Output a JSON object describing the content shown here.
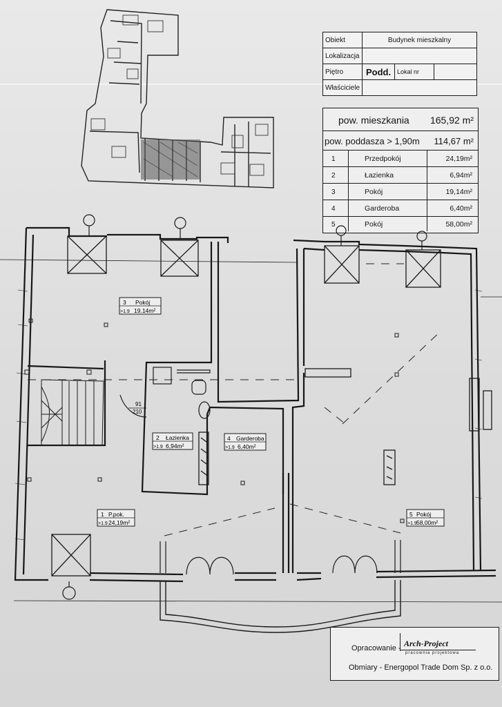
{
  "header_table": {
    "rows": [
      {
        "label": "Obiekt",
        "value": "Budynek mieszkalny"
      },
      {
        "label": "Lokalizacja",
        "value": ""
      },
      {
        "label": "Piętro",
        "value": "Podd.",
        "extra_label": "Lokal nr",
        "extra_value": ""
      },
      {
        "label": "Właściciele",
        "value": ""
      }
    ]
  },
  "area_summary": {
    "apartment_label": "pow. mieszkania",
    "apartment_value": "165,92 m²",
    "attic_label": "pow. poddasza > 1,90m",
    "attic_value": "114,67 m²",
    "rooms": [
      {
        "no": "1",
        "name": "Przedpokój",
        "area": "24,19m²"
      },
      {
        "no": "2",
        "name": "Łazienka",
        "area": "6,94m²"
      },
      {
        "no": "3",
        "name": "Pokój",
        "area": "19,14m²"
      },
      {
        "no": "4",
        "name": "Garderoba",
        "area": "6,40m²"
      },
      {
        "no": "5",
        "name": "Pokój",
        "area": "58,00m²"
      }
    ]
  },
  "plan_labels": {
    "room3": {
      "no": "3",
      "name": "Pokój",
      "height": ">1.9",
      "area": "19.14m²"
    },
    "room2": {
      "no": "2",
      "name": "Łazienka",
      "height": ">1.9",
      "area": "6,94m²"
    },
    "room4": {
      "no": "4",
      "name": "Garderoba",
      "height": ">1.9",
      "area": "6,40m²"
    },
    "room1": {
      "no": "1",
      "name": "P.pok.",
      "height": ">1.9",
      "area": "24,19m²"
    },
    "room5": {
      "no": "5",
      "name": "Pokój",
      "height": ">1.9",
      "area": "58,00m²"
    },
    "door_width": "91",
    "door_height": "210"
  },
  "credit": {
    "prepared_label": "Opracowanie -",
    "logo_text": "Arch-Project",
    "logo_sub": "pracownia projektowa",
    "survey_text": "Obmiary - Energopol Trade Dom Sp. z o.o."
  }
}
